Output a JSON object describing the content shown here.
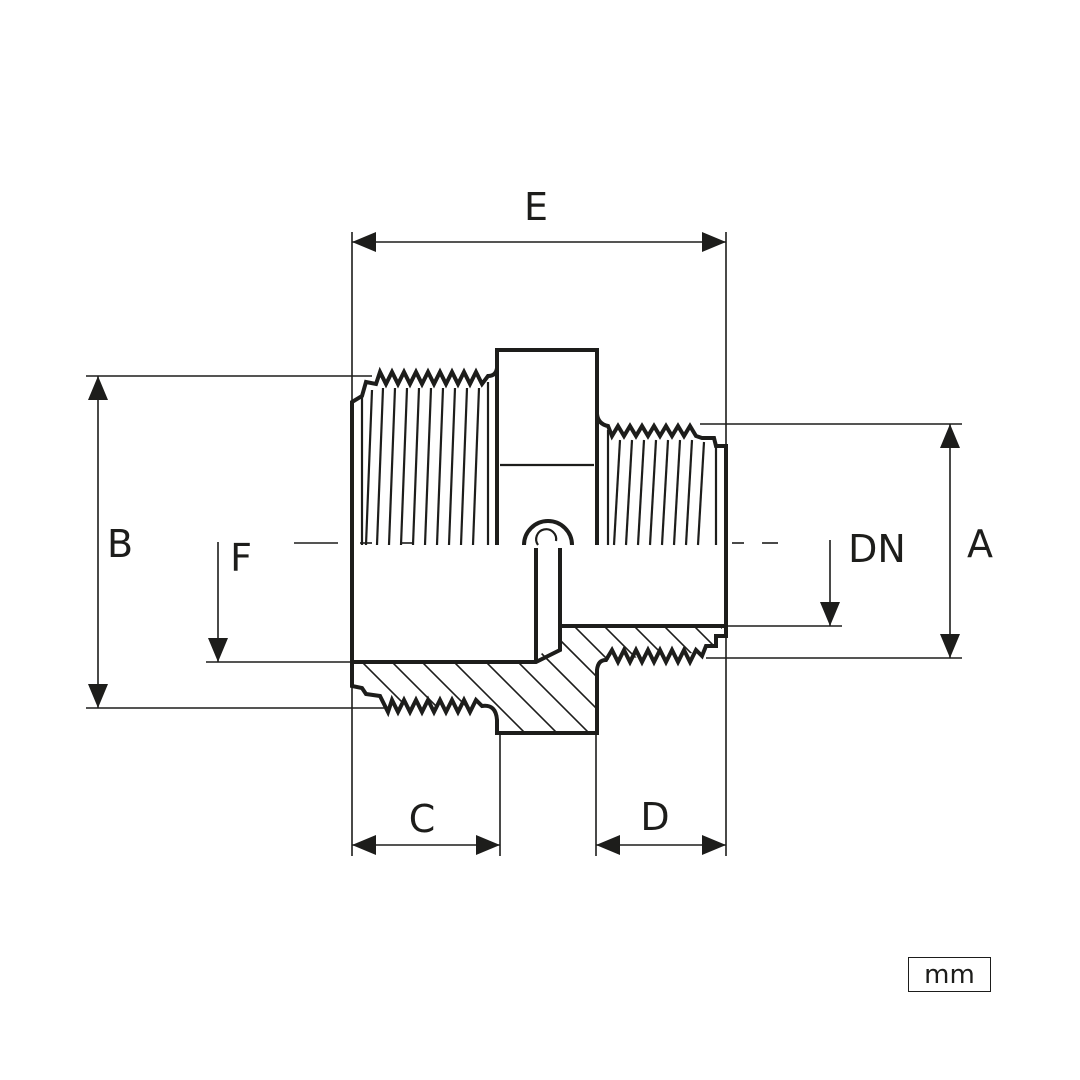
{
  "dimension_labels": {
    "E": "E",
    "B": "B",
    "F": "F",
    "DN": "DN",
    "A": "A",
    "C": "C",
    "D": "D"
  },
  "unit": "mm",
  "colors": {
    "line": "#1d1d1b",
    "background": "#ffffff"
  }
}
